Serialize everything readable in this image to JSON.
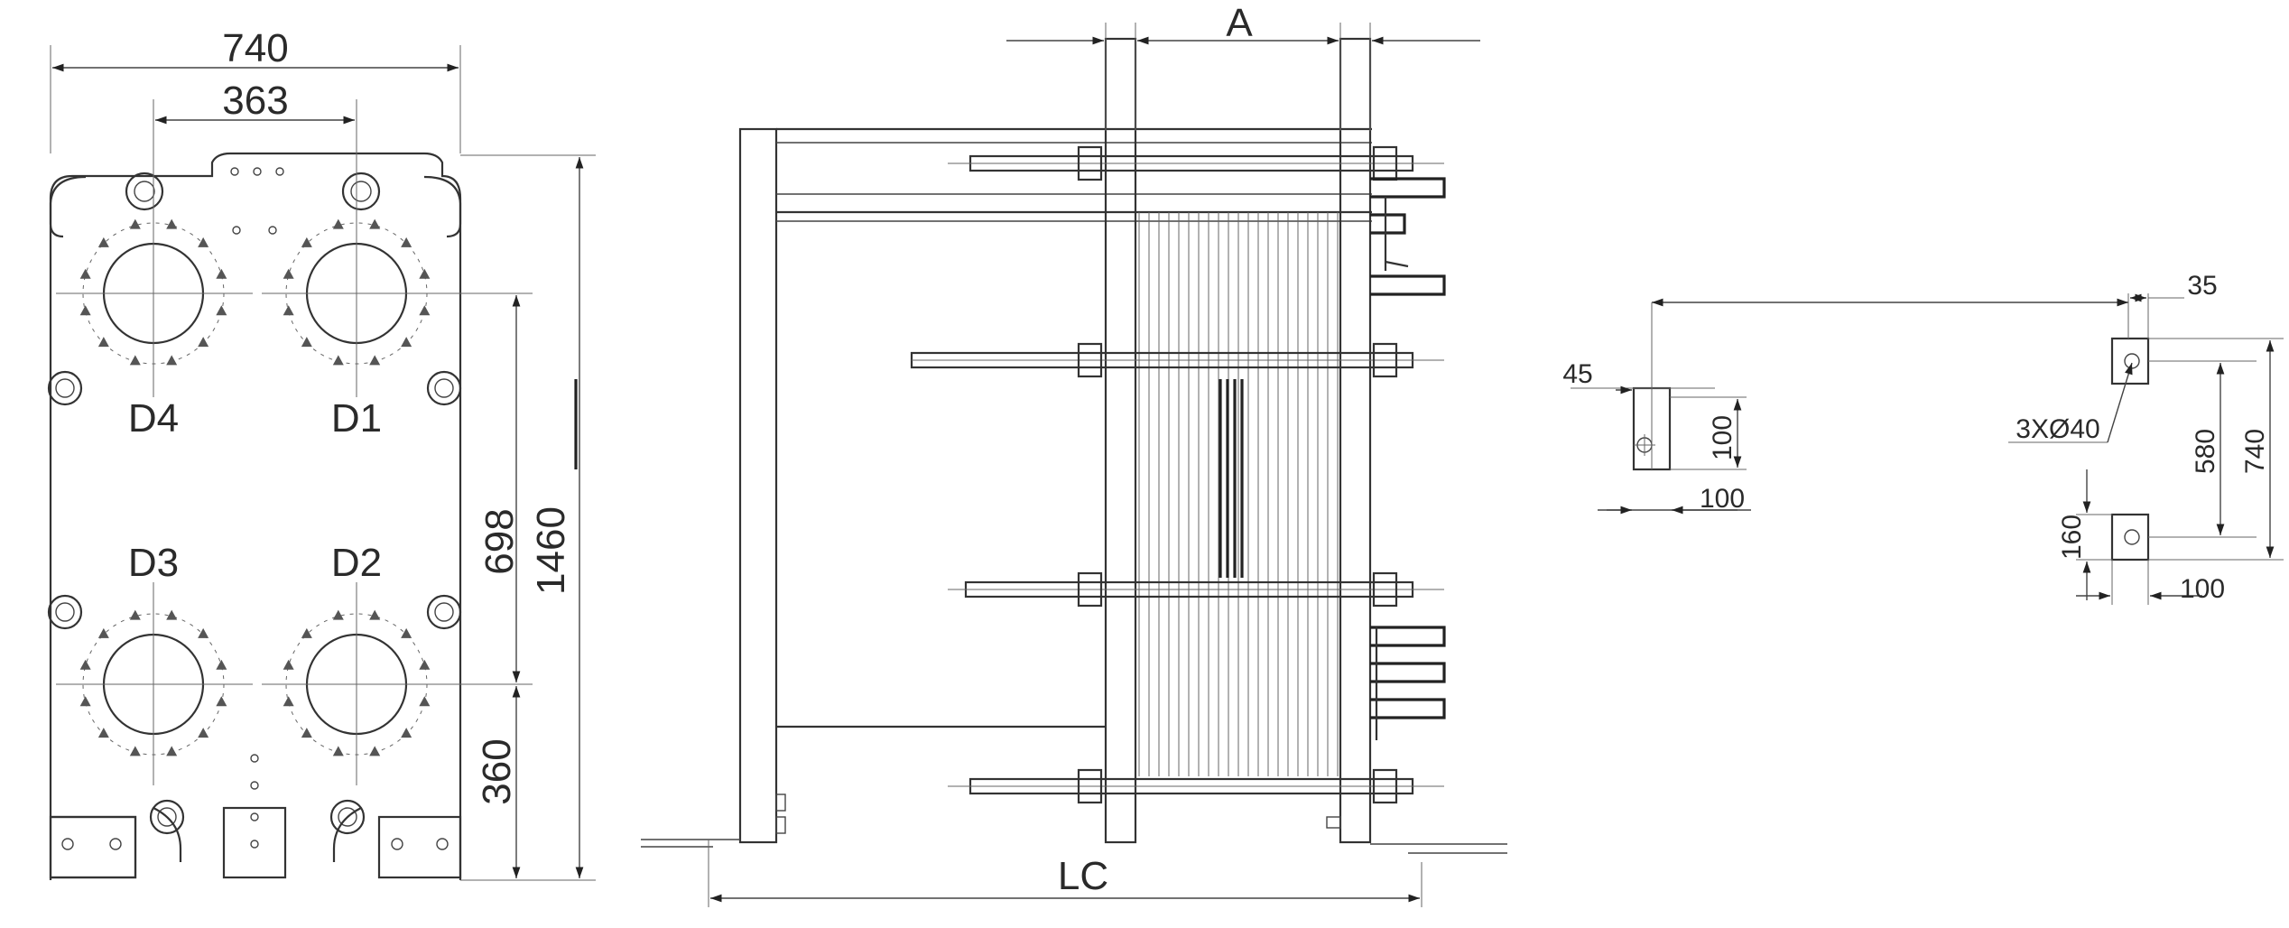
{
  "front_view": {
    "dims": {
      "width": "740",
      "port_spacing": "363",
      "vertical_port_spacing": "698",
      "height": "1460",
      "bottom_offset": "360"
    },
    "ports": {
      "top_left": "D4",
      "top_right": "D1",
      "bottom_left": "D3",
      "bottom_right": "D2"
    }
  },
  "side_view": {
    "dims": {
      "plate_pack": "A",
      "length": "LC"
    }
  },
  "foot_details": {
    "dims": {
      "offset_45": "45",
      "foot_height": "100",
      "foot_width": "100",
      "offset_35": "35",
      "holes": "3XØ40",
      "hole_span": "580",
      "overall": "740",
      "rear_height": "160",
      "rear_width": "100"
    }
  }
}
